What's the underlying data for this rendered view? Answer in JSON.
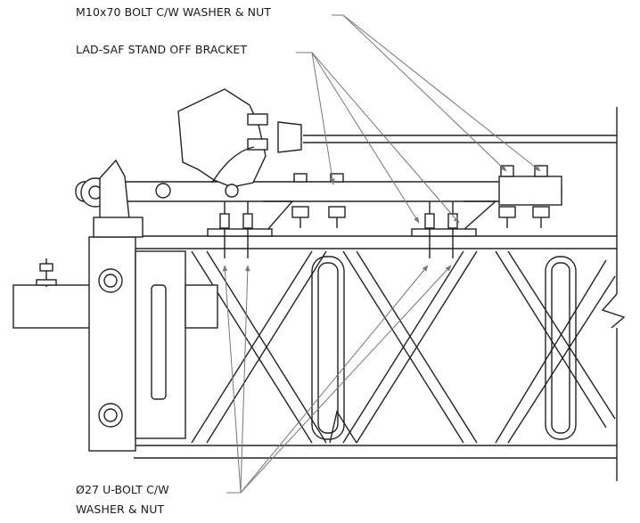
{
  "callouts": {
    "bolt": "M10x70 BOLT C/W WASHER & NUT",
    "bracket": "LAD-SAF STAND OFF BRACKET",
    "ubolt_line1": "Ø27 U-BOLT C/W",
    "ubolt_line2": "WASHER & NUT"
  },
  "colors": {
    "line": "#222222",
    "leader": "#777777",
    "background": "#ffffff"
  }
}
